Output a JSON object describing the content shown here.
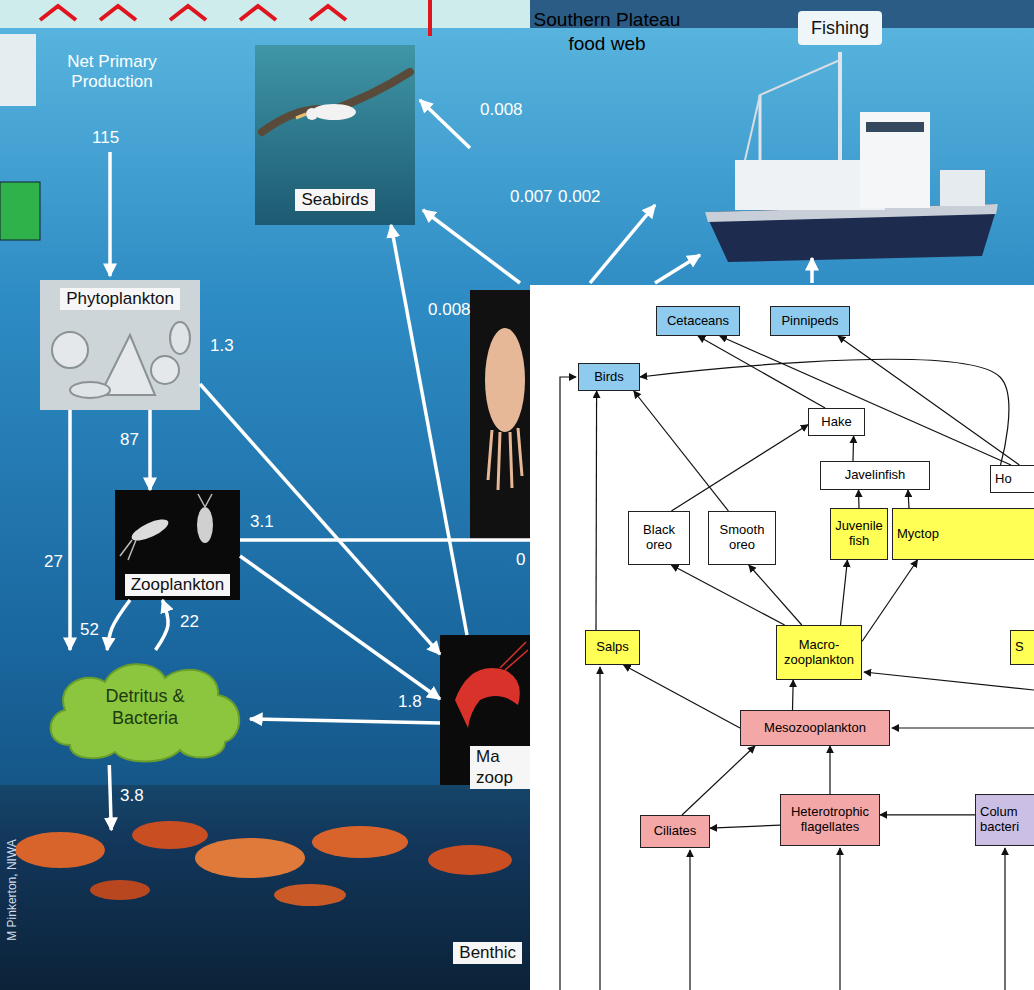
{
  "diagram": {
    "title": "Southern Plateau food web",
    "nodes": [
      {
        "text": [
          "Seabirds"
        ]
      },
      {
        "text": [
          "Fishing"
        ]
      },
      {
        "text": [
          "Phytoplankton"
        ]
      },
      {
        "text": [
          "Zooplankton"
        ]
      },
      {
        "text": [
          "Detritus & Bacteria"
        ]
      },
      {
        "text": [
          "Ma zoop"
        ]
      },
      {
        "text": [
          "Benthic"
        ]
      },
      {
        "text": [
          "Cetaceans"
        ]
      },
      {
        "text": [
          "Pinnipeds"
        ]
      },
      {
        "text": [
          "Birds"
        ]
      },
      {
        "text": [
          "Hake"
        ]
      },
      {
        "text": [
          "Ho"
        ]
      },
      {
        "text": [
          "Javelinfish"
        ]
      },
      {
        "text": [
          "Black oreo"
        ]
      },
      {
        "text": [
          "Smooth oreo"
        ]
      },
      {
        "text": [
          "Juvenile fish"
        ]
      },
      {
        "text": [
          "Myctop"
        ]
      },
      {
        "text": [
          "Salps"
        ]
      },
      {
        "text": [
          "Macro- zooplankton"
        ]
      },
      {
        "text": [
          "S"
        ]
      },
      {
        "text": [
          "Mesozooplankton"
        ]
      },
      {
        "text": [
          "Ciliates"
        ]
      },
      {
        "text": [
          "Heterotrophic flagellates"
        ]
      },
      {
        "text": [
          "Colum bacteri"
        ]
      }
    ],
    "edges": [
      {
        "from": 2,
        "to": 3,
        "arrow": "to",
        "label": "87"
      },
      {
        "from": 2,
        "to": 5,
        "arrow": "to",
        "label": "1.3"
      },
      {
        "from": 2,
        "to": 4,
        "arrow": "to",
        "label": "27"
      },
      {
        "from": 3,
        "to": 4,
        "arrow": "to",
        "label": "52"
      },
      {
        "from": 4,
        "to": 3,
        "arrow": "to",
        "label": "22"
      },
      {
        "from": 3,
        "to": 5,
        "arrow": "to",
        "label": "3.1"
      },
      {
        "from": 5,
        "to": 4,
        "arrow": "to",
        "label": "1.8"
      },
      {
        "from": 4,
        "to": 6,
        "arrow": "to",
        "label": "3.8"
      },
      {
        "from": 5,
        "to": 0,
        "arrow": "to",
        "label": "0.008"
      },
      {
        "from": 17,
        "to": 9,
        "arrow": "to"
      },
      {
        "from": 14,
        "to": 9,
        "arrow": "to"
      },
      {
        "from": 11,
        "to": 9,
        "arrow": "to"
      },
      {
        "from": 11,
        "to": 7,
        "arrow": "to"
      },
      {
        "from": 11,
        "to": 8,
        "arrow": "to"
      },
      {
        "from": 12,
        "to": 10,
        "arrow": "to"
      },
      {
        "from": 13,
        "to": 10,
        "arrow": "to"
      },
      {
        "from": 15,
        "to": 12,
        "arrow": "to"
      },
      {
        "from": 16,
        "to": 12,
        "arrow": "to"
      },
      {
        "from": 18,
        "to": 13,
        "arrow": "to"
      },
      {
        "from": 18,
        "to": 14,
        "arrow": "to"
      },
      {
        "from": 18,
        "to": 15,
        "arrow": "to"
      },
      {
        "from": 18,
        "to": 16,
        "arrow": "to"
      },
      {
        "from": 20,
        "to": 18,
        "arrow": "to"
      },
      {
        "from": 20,
        "to": 17,
        "arrow": "to"
      },
      {
        "from": 22,
        "to": 20,
        "arrow": "to"
      },
      {
        "from": 22,
        "to": 21,
        "arrow": "to"
      },
      {
        "from": 23,
        "to": 22,
        "arrow": "to"
      },
      {
        "from": 21,
        "to": 20,
        "arrow": "to"
      },
      {
        "from": 10,
        "to": 7,
        "arrow": "to"
      }
    ],
    "labels": [
      "Net Primary Production",
      "115",
      "0.008",
      "0.007",
      "0.002",
      "0",
      "M Pinkerton, NIWA"
    ]
  }
}
